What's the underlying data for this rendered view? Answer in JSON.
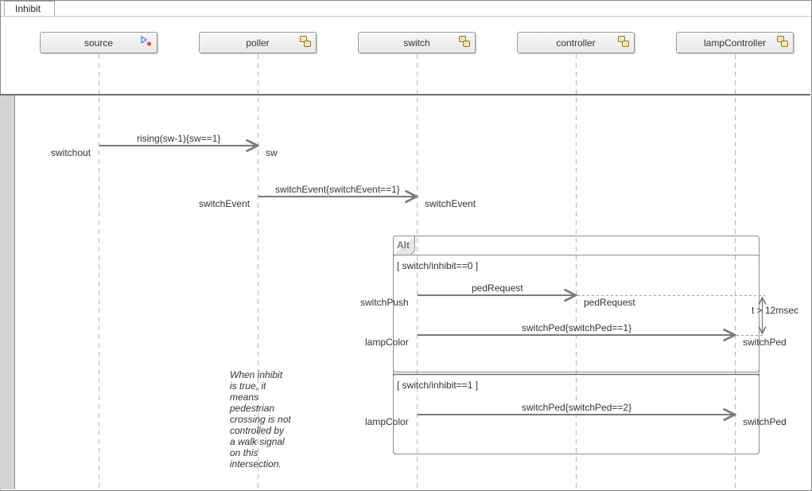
{
  "tab": {
    "label": "Inhibit"
  },
  "lifelines": [
    {
      "name": "source",
      "icon": "inport-icon"
    },
    {
      "name": "poller",
      "icon": "subsystem-icon"
    },
    {
      "name": "switch",
      "icon": "subsystem-icon"
    },
    {
      "name": "controller",
      "icon": "subsystem-icon"
    },
    {
      "name": "lampController",
      "icon": "subsystem-icon"
    }
  ],
  "messages": [
    {
      "label": "rising(sw-1){sw==1}",
      "from_port": "switchout",
      "to_port": "sw"
    },
    {
      "label": "switchEvent{switchEvent==1}",
      "from_port": "switchEvent",
      "to_port": "switchEvent"
    },
    {
      "label": "pedRequest",
      "from_port": "switchPush",
      "to_port": "pedRequest"
    },
    {
      "label": "switchPed{switchPed==1}",
      "from_port": "lampColor",
      "to_port": "switchPed"
    },
    {
      "label": "switchPed{switchPed==2}",
      "from_port": "lampColor",
      "to_port": "switchPed"
    }
  ],
  "fragment": {
    "keyword": "Alt",
    "operands": [
      {
        "guard": "[ switch/inhibit==0 ]"
      },
      {
        "guard": "[ switch/inhibit==1 ]"
      }
    ]
  },
  "duration_constraint": {
    "label": "t > 12msec"
  },
  "annotation": {
    "text": "When inhibit\nis true, it\nmeans\npedestrian\ncrossing is not\ncontrolled by\na walk signal\non this\nintersection."
  },
  "colors": {
    "line": "#7a7a7a",
    "lifeline": "#b0b0b0",
    "text": "#333333"
  }
}
